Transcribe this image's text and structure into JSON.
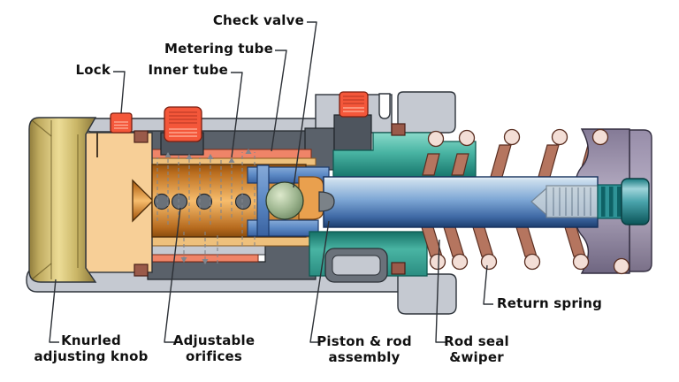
{
  "labels": {
    "check_valve": "Check valve",
    "metering_tube": "Metering tube",
    "lock": "Lock",
    "inner_tube": "Inner tube",
    "knurled_line1": "Knurled",
    "knurled_line2": "adjusting knob",
    "orifices_line1": "Adjustable",
    "orifices_line2": "orifices",
    "piston_line1": "Piston & rod",
    "piston_line2": "assembly",
    "rod_seal_line1": "Rod seal",
    "rod_seal_line2": "&wiper",
    "return_spring": "Return spring"
  },
  "colors": {
    "background": "#ffffff",
    "casing": "#c5c9d1",
    "casing_dark": "#5a616a",
    "pocket_gray": "#4e555e",
    "outline": "#2e343b",
    "body_peach": "#f7cf97",
    "knob_gold": "#cdb96c",
    "metering_tube_salmon": "#ef8468",
    "inner_tube_tan": "#eec07c",
    "orifice_tube_orange": "#e29040",
    "orifice_gray": "#6a7179",
    "piston_blue": "#5b88c4",
    "rod_blue": "#7ca6d4",
    "check_ball_green": "#8aa67e",
    "seal_teal": "#4ab3a2",
    "spring_brown": "#b5755f",
    "spring_end": "#f3ded6",
    "end_cap_purple": "#a49ab3",
    "nut_teal": "#1f8184",
    "plug_red": "#f4573a",
    "seal_square_brown": "#9a5a4a",
    "dome_gray": "#7b8288",
    "label_text": "#111111",
    "leader": "#2c3036"
  }
}
